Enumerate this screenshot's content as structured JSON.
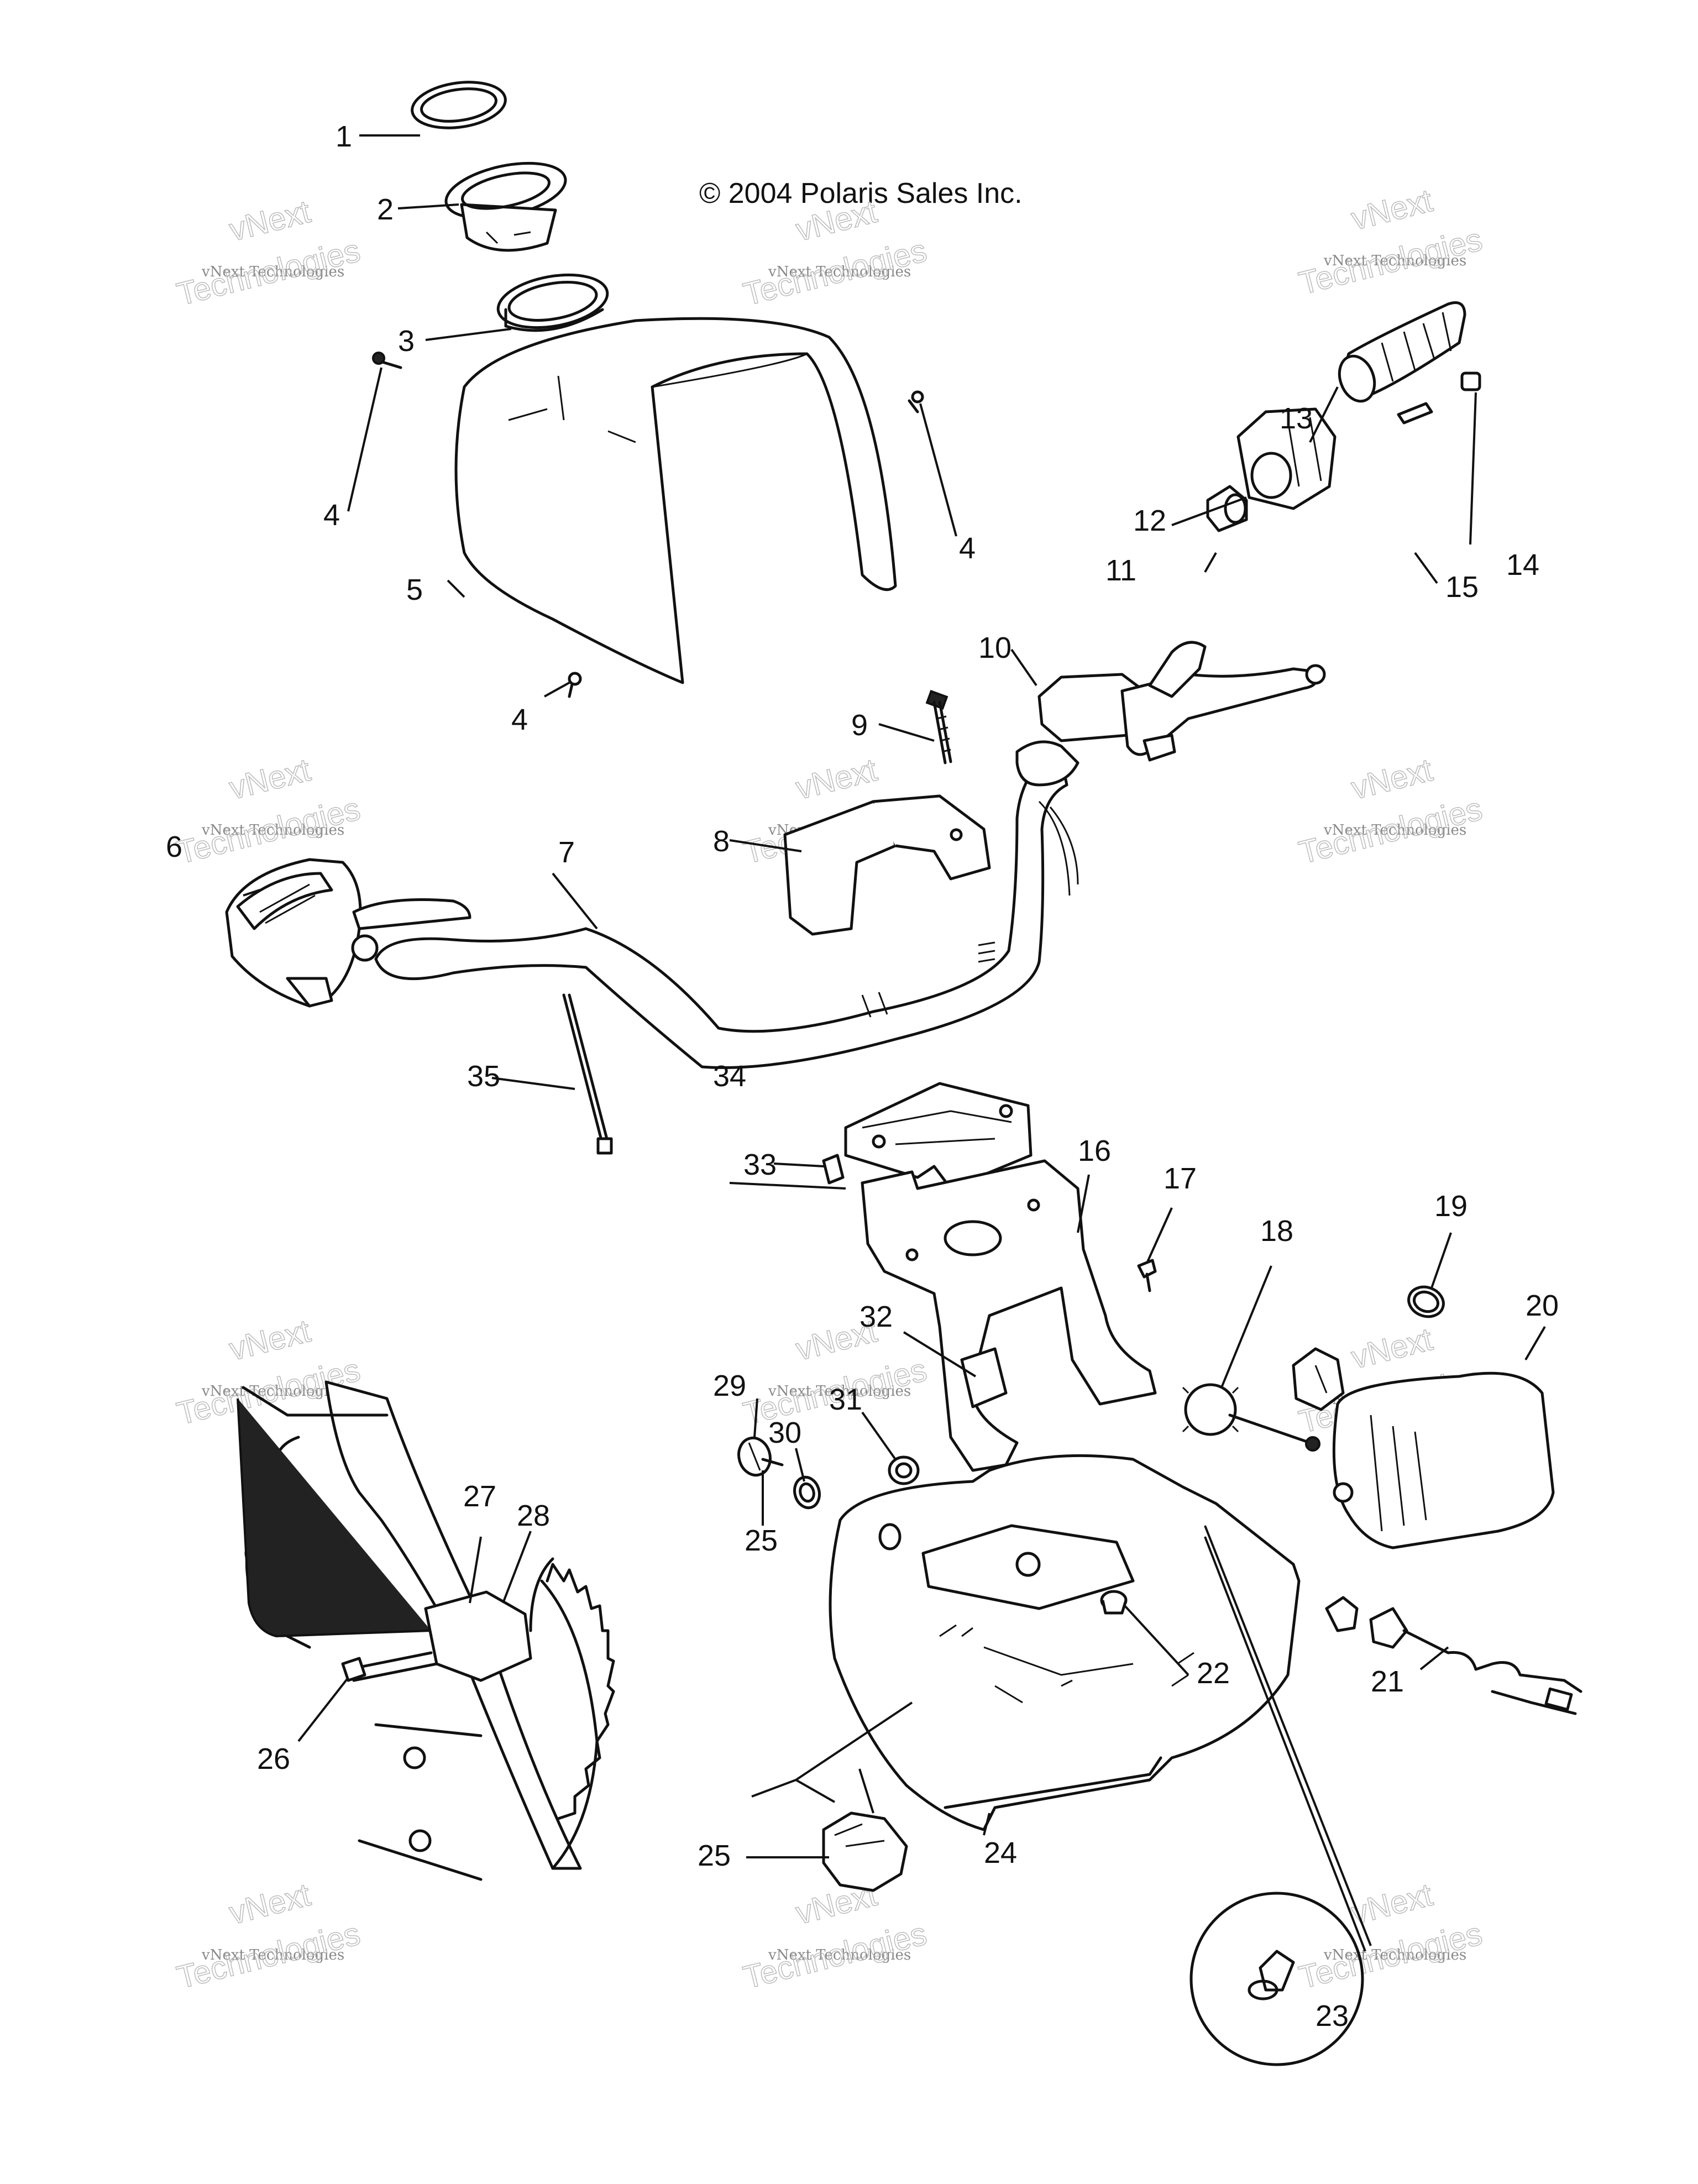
{
  "copyright": "© 2004 Polaris Sales Inc.",
  "watermark": {
    "line_small": "vNext Technologies",
    "line_big_top": "vNext",
    "line_big_bottom": "Technologies"
  },
  "callouts": [
    "1",
    "2",
    "3",
    "4",
    "4",
    "4",
    "5",
    "6",
    "7",
    "8",
    "9",
    "10",
    "11",
    "12",
    "13",
    "14",
    "15",
    "16",
    "17",
    "18",
    "19",
    "20",
    "21",
    "22",
    "23",
    "24",
    "25",
    "25",
    "26",
    "27",
    "28",
    "29",
    "30",
    "31",
    "32",
    "33",
    "34",
    "35"
  ],
  "colors": {
    "line": "#111111",
    "watermark": "#888888",
    "background": "#ffffff"
  }
}
